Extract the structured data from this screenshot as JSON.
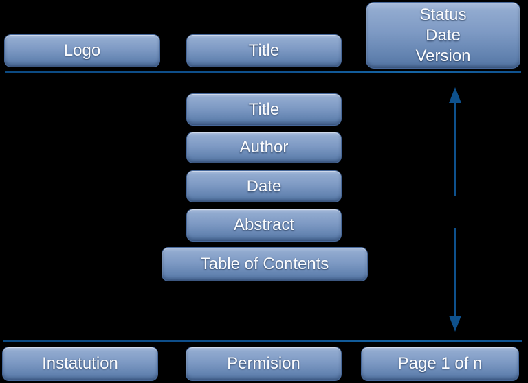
{
  "diagram": {
    "background_color": "#000000",
    "accent_color": "#0e518d",
    "node_fill_top": "#aabddc",
    "node_fill_bottom": "#506f9b",
    "header": {
      "logo_label": "Logo",
      "title_label": "Title",
      "status_lines": [
        "Status",
        "Date",
        "Version"
      ]
    },
    "body": {
      "items": [
        {
          "label": "Title"
        },
        {
          "label": "Author"
        },
        {
          "label": "Date"
        },
        {
          "label": "Abstract"
        },
        {
          "label": "Table of Contents"
        }
      ]
    },
    "footer": {
      "institution_label": "Instatution",
      "permission_label": "Permision",
      "page_label": "Page 1 of n"
    },
    "icons": {
      "vertical_arrow": "double-headed-vertical-arrow"
    }
  }
}
